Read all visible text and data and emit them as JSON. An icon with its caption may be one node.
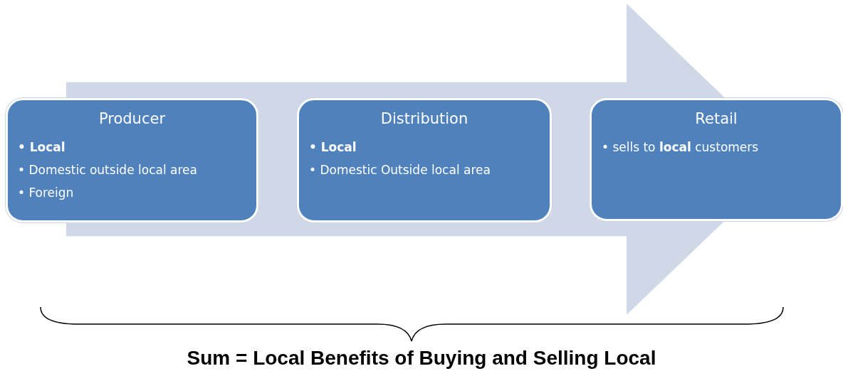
{
  "diagram": {
    "caption": "Sum = Local Benefits of Buying and Selling Local",
    "nodes": [
      {
        "text": [
          "Producer",
          "• Local",
          "• Domestic outside local area",
          "• Foreign"
        ]
      },
      {
        "text": [
          "Distribution",
          "• Local",
          "• Domestic Outside local area"
        ]
      },
      {
        "text": [
          "Retail",
          "• sells to **local** customers"
        ]
      }
    ],
    "edges": [
      {
        "from": 0,
        "to": 2,
        "arrow": "to"
      }
    ]
  }
}
